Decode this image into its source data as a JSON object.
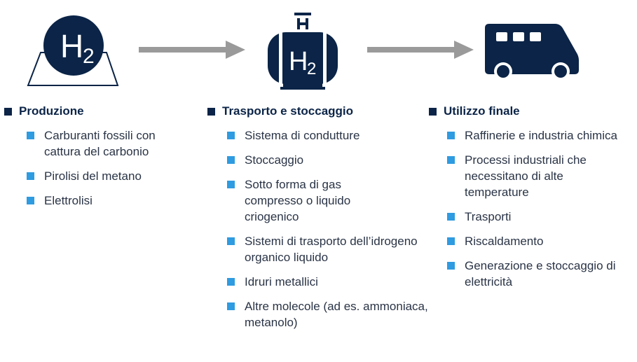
{
  "colors": {
    "navy": "#0b2447",
    "accent": "#2f9be0",
    "arrow": "#9a9a9a"
  },
  "icons": {
    "production": "h2-molecule-icon",
    "transport": "h2-storage-tank-icon",
    "end_use": "truck-icon"
  },
  "columns": [
    {
      "title": "Produzione",
      "items": [
        "Carburanti fossili con cattura del carbonio",
        "Pirolisi del metano",
        "Elettrolisi"
      ]
    },
    {
      "title": "Trasporto e stoccaggio",
      "items": [
        "Sistema di condutture",
        "Stoccaggio",
        "Sotto forma di gas compresso o liquido criogenico",
        "Sistemi di trasporto dell’idrogeno organico liquido",
        "Idruri metallici",
        "Altre molecole (ad es. ammoniaca, metanolo)"
      ]
    },
    {
      "title": "Utilizzo finale",
      "items": [
        "Raffinerie e industria chimica",
        "Processi industriali che necessitano di alte temperature",
        "Trasporti",
        "Riscaldamento",
        "Generazione e stoccaggio di elettricità"
      ]
    }
  ]
}
